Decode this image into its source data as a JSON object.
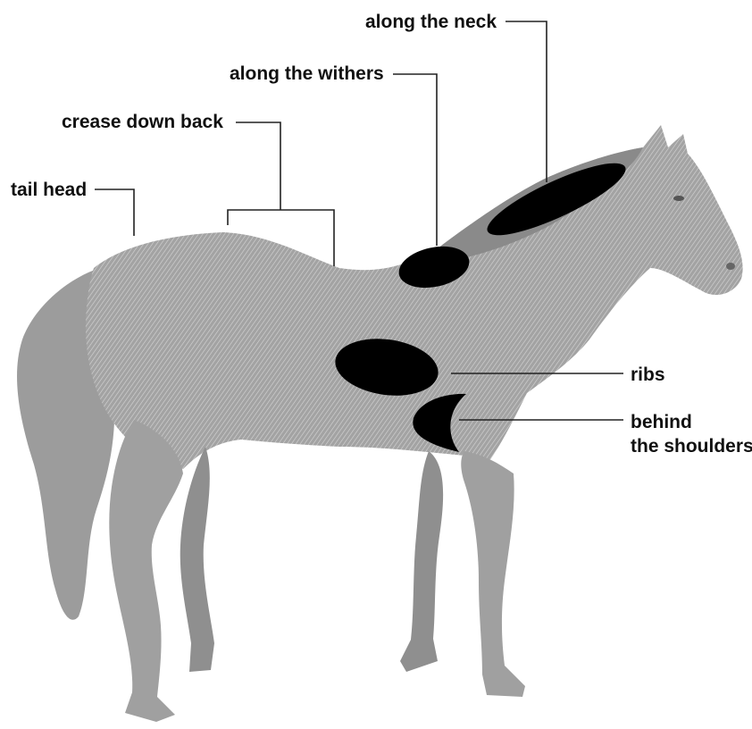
{
  "labels": {
    "along_the_neck": "along the neck",
    "along_the_withers": "along the withers",
    "crease_down_back": "crease down back",
    "tail_head": "tail head",
    "ribs": "ribs",
    "behind_the_shoulders_line1": "behind",
    "behind_the_shoulders_line2": "the shoulders"
  },
  "colors": {
    "horse_fill": "#9a9a9a",
    "horse_light": "#c8c8c8",
    "horse_dark": "#6e6e6e",
    "region_fill": "#000000",
    "leader_line": "#222222",
    "text": "#111111"
  }
}
